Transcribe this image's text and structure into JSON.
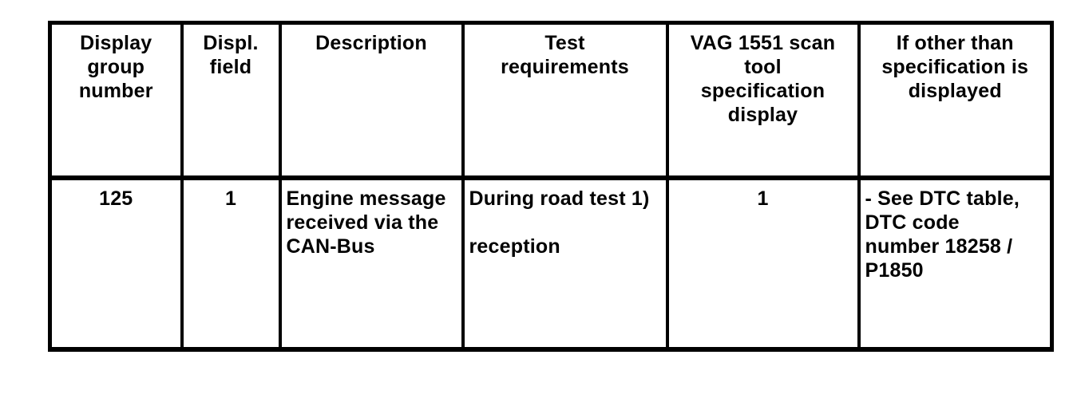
{
  "table": {
    "headers": [
      "Display\ngroup\nnumber",
      "Displ.\nfield",
      "Description",
      "Test\nrequirements",
      "VAG 1551 scan\ntool\nspecification\ndisplay",
      "If other than\nspecification is\ndisplayed"
    ],
    "rows": [
      {
        "display_group_number": "125",
        "display_field": "1",
        "description": "Engine message\nreceived via the\nCAN-Bus",
        "test_requirements": "During road test 1)\n\nreception",
        "vag_1551_specification_display": "1",
        "if_other_than_specification": "- See DTC table,\nDTC code\nnumber 18258 /\nP1850"
      }
    ]
  },
  "colors": {
    "border": "#000000",
    "text": "#000000",
    "background": "#ffffff"
  }
}
